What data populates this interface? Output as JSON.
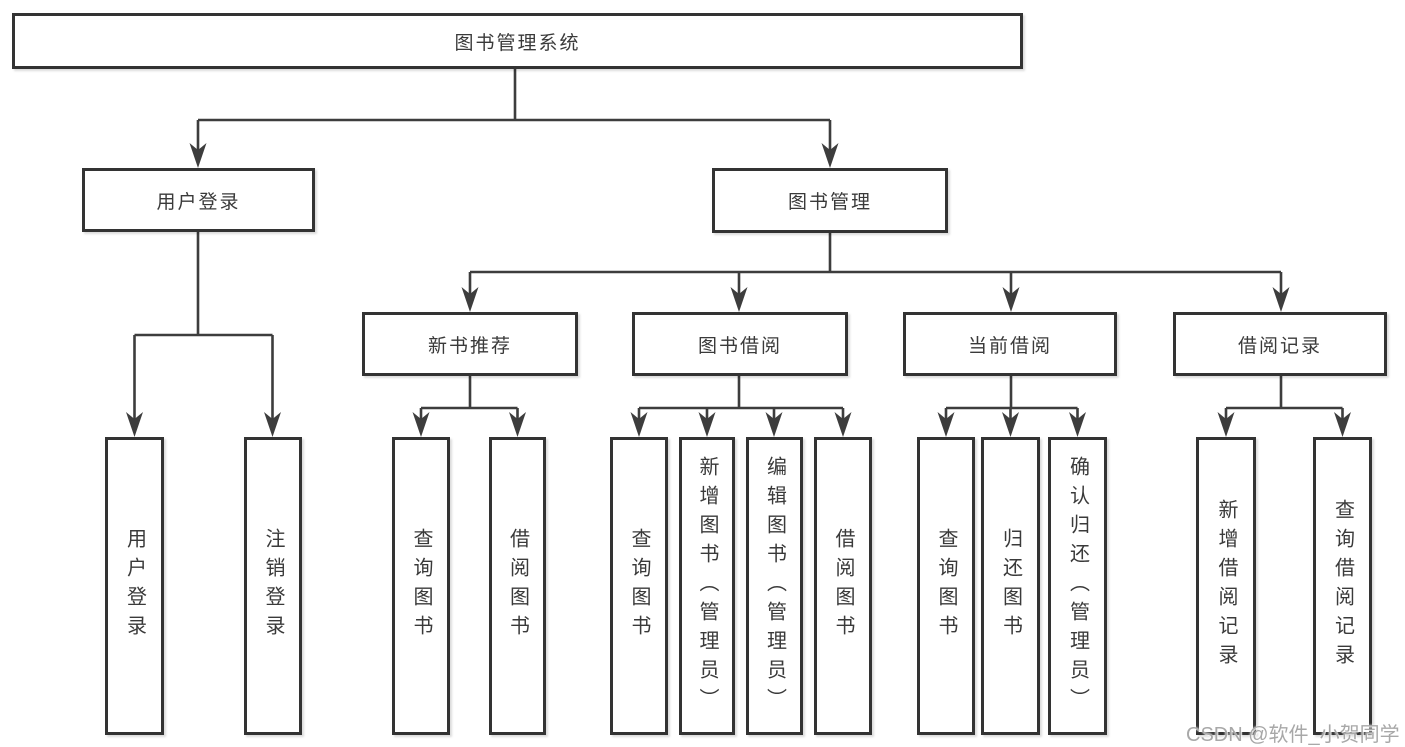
{
  "colors": {
    "line": "#3d3d3d",
    "box_border": "#333333",
    "text": "#3a3a3a",
    "watermark": "#a8a8a8",
    "background": "#ffffff"
  },
  "nodes": {
    "root": "图书管理系统",
    "user_login": "用户登录",
    "book_management": "图书管理",
    "new_book_recommend": "新书推荐",
    "book_borrowing": "图书借阅",
    "current_borrowing": "当前借阅",
    "borrowing_records": "借阅记录",
    "leaf_user_login": "用户登录",
    "leaf_logout": "注销登录",
    "leaf_nbr_query_books": "查询图书",
    "leaf_nbr_borrow_books": "借阅图书",
    "leaf_bb_query_books": "查询图书",
    "leaf_bb_add_books_admin": "新增图书（管理员）",
    "leaf_bb_edit_books_admin": "编辑图书（管理员）",
    "leaf_bb_borrow_books": "借阅图书",
    "leaf_cb_query_books": "查询图书",
    "leaf_cb_return_books": "归还图书",
    "leaf_cb_confirm_return_admin": "确认归还（管理员）",
    "leaf_br_add_record": "新增借阅记录",
    "leaf_br_query_record": "查询借阅记录"
  },
  "watermark": "CSDN @软件_小贺同学"
}
